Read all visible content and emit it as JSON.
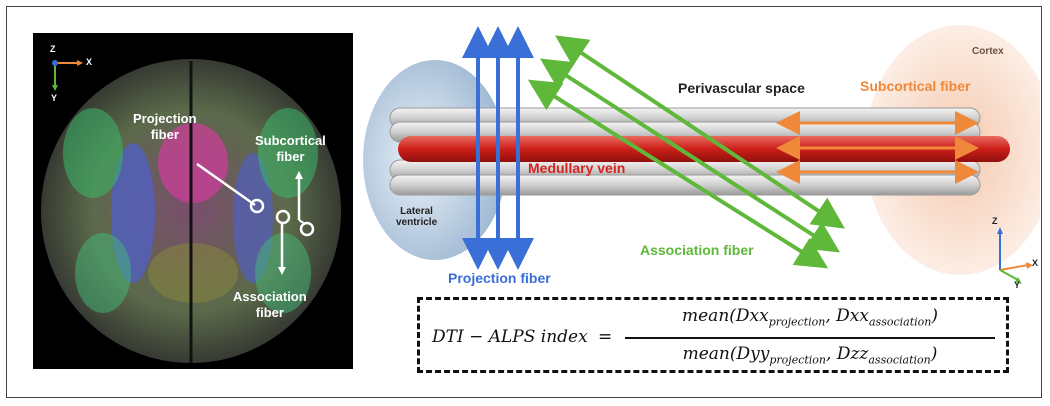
{
  "brain_panel": {
    "axes": {
      "z": "Z",
      "x": "X",
      "y": "Y"
    },
    "labels": {
      "projection_line1": "Projection",
      "projection_line2": "fiber",
      "subcortical_line1": "Subcortical",
      "subcortical_line2": "fiber",
      "association_line1": "Association",
      "association_line2": "fiber"
    }
  },
  "diagram": {
    "cortex": "Cortex",
    "subcortical_fiber": "Subcortical fiber",
    "perivascular_space": "Perivascular space",
    "medullary_vein": "Medullary vein",
    "lateral_ventricle_line1": "Lateral",
    "lateral_ventricle_line2": "ventricle",
    "association_fiber": "Association fiber",
    "projection_fiber": "Projection fiber",
    "axes": {
      "z": "Z",
      "x": "X",
      "y": "Y"
    },
    "colors": {
      "projection": "#3a6fd8",
      "association": "#5fb83a",
      "subcortical": "#f0883a",
      "vein": "#d4231f"
    }
  },
  "formula": {
    "lhs": "DTI − ALPS index",
    "equals": "=",
    "numerator": {
      "fn": "mean(Dxx",
      "sub1": "projection",
      "sep": ", Dxx",
      "sub2": "association",
      "close": ")"
    },
    "denominator": {
      "fn": "mean(Dyy",
      "sub1": "projection",
      "sep": ", Dzz",
      "sub2": "association",
      "close": ")"
    }
  }
}
